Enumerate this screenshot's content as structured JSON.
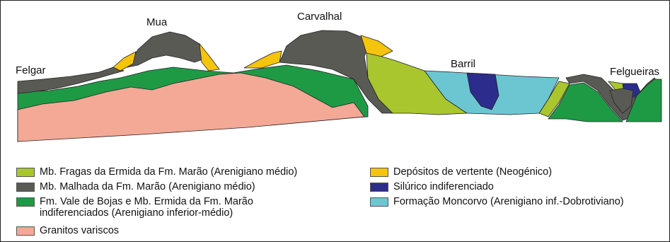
{
  "places": {
    "felgar": "Felgar",
    "mua": "Mua",
    "carvalhal": "Carvalhal",
    "barril": "Barril",
    "felgueiras": "Felgueiras"
  },
  "colors": {
    "fragas": "#a9c62e",
    "malhada": "#5a5a55",
    "vale_de_bojas": "#1e9a45",
    "granitos": "#f3a996",
    "depositos": "#f5c40c",
    "silurico": "#2c2c8c",
    "moncorvo": "#6cc6d2"
  },
  "legend": {
    "fragas": "Mb. Fragas da Ermida da Fm. Marão (Arenigiano médio)",
    "malhada": "Mb. Malhada da Fm. Marão (Arenigiano médio)",
    "vale_de_bojas_1": "Fm. Vale de Bojas e Mb. Ermida da Fm. Marão",
    "vale_de_bojas_2": "indiferenciados (Arenigiano inferior-médio)",
    "granitos": "Granitos variscos",
    "depositos": "Depósitos de vertente (Neogénico)",
    "silurico": "Silúrico indiferenciado",
    "moncorvo": "Formação Moncorvo (Arenigiano inf.-Dobrotiviano)"
  }
}
